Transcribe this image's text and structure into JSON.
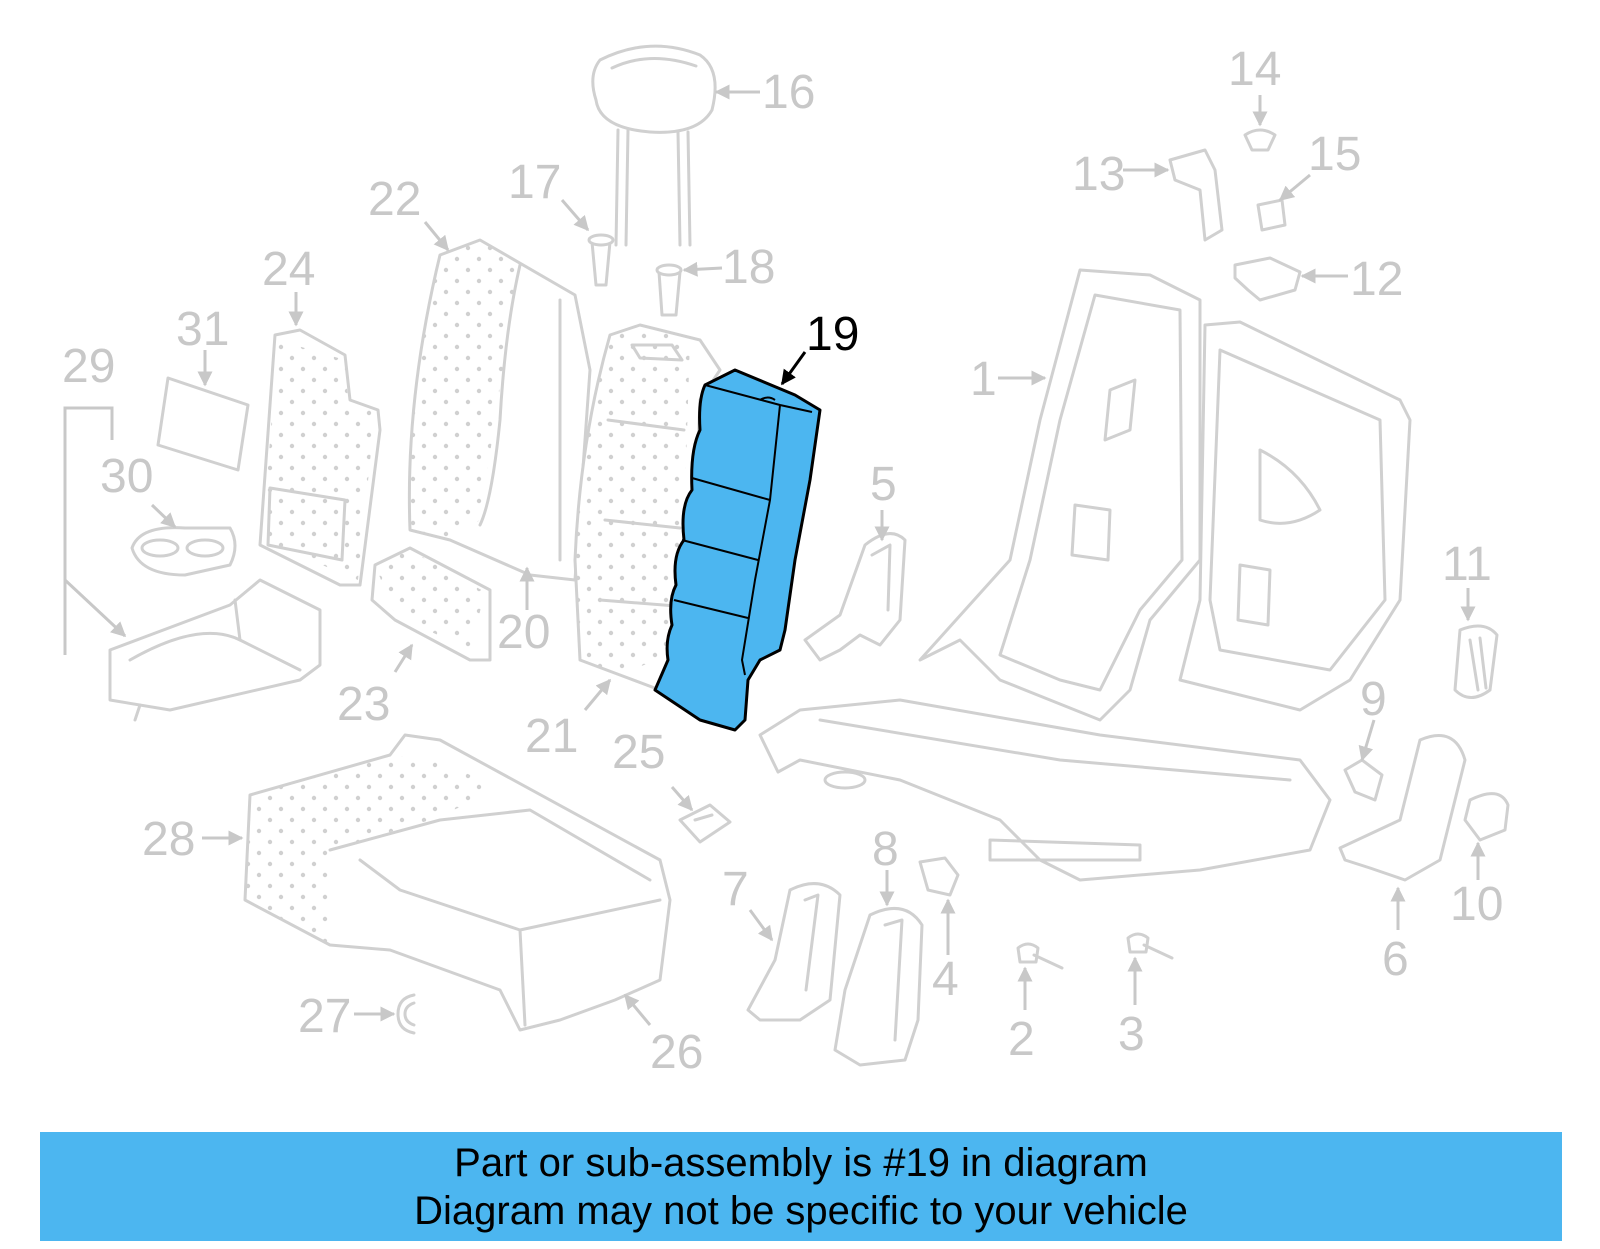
{
  "diagram": {
    "highlighted_part": "19",
    "highlight_color": "#4cb6f0",
    "part_labels": [
      "1",
      "2",
      "3",
      "4",
      "5",
      "6",
      "7",
      "8",
      "9",
      "10",
      "11",
      "12",
      "13",
      "14",
      "15",
      "16",
      "17",
      "18",
      "19",
      "20",
      "21",
      "22",
      "23",
      "24",
      "25",
      "26",
      "27",
      "28",
      "29",
      "30",
      "31"
    ]
  },
  "banner": {
    "line1": "Part or sub-assembly is #19 in diagram",
    "line2": "Diagram may not be specific to your vehicle",
    "color": "#4cb6f0"
  }
}
